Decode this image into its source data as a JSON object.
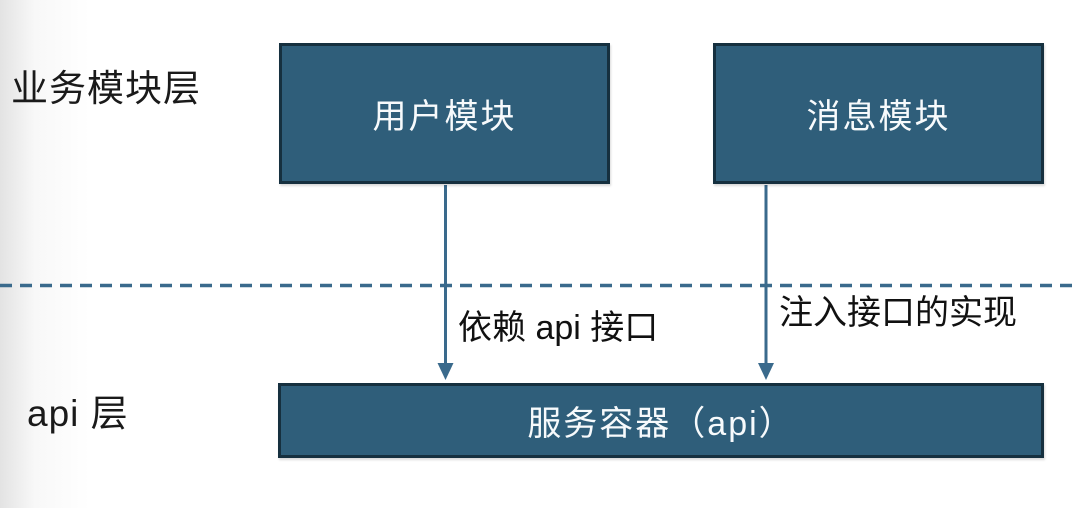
{
  "layers": {
    "business_label": "业务模块层",
    "api_label": "api 层"
  },
  "nodes": {
    "user_module": "用户模块",
    "message_module": "消息模块",
    "service_container": "服务容器（api）"
  },
  "edges": {
    "depends_label": "依赖 api 接口",
    "inject_label": "注入接口的实现"
  },
  "theme": {
    "node_fill": "#2F5E7A",
    "node_border": "#16303F",
    "connector": "#3A6A8C",
    "text_dark": "#1A1A1A",
    "text_light": "#F7FAFC",
    "background": "#FFFFFF",
    "edge_fade": "#E3E3E3"
  }
}
